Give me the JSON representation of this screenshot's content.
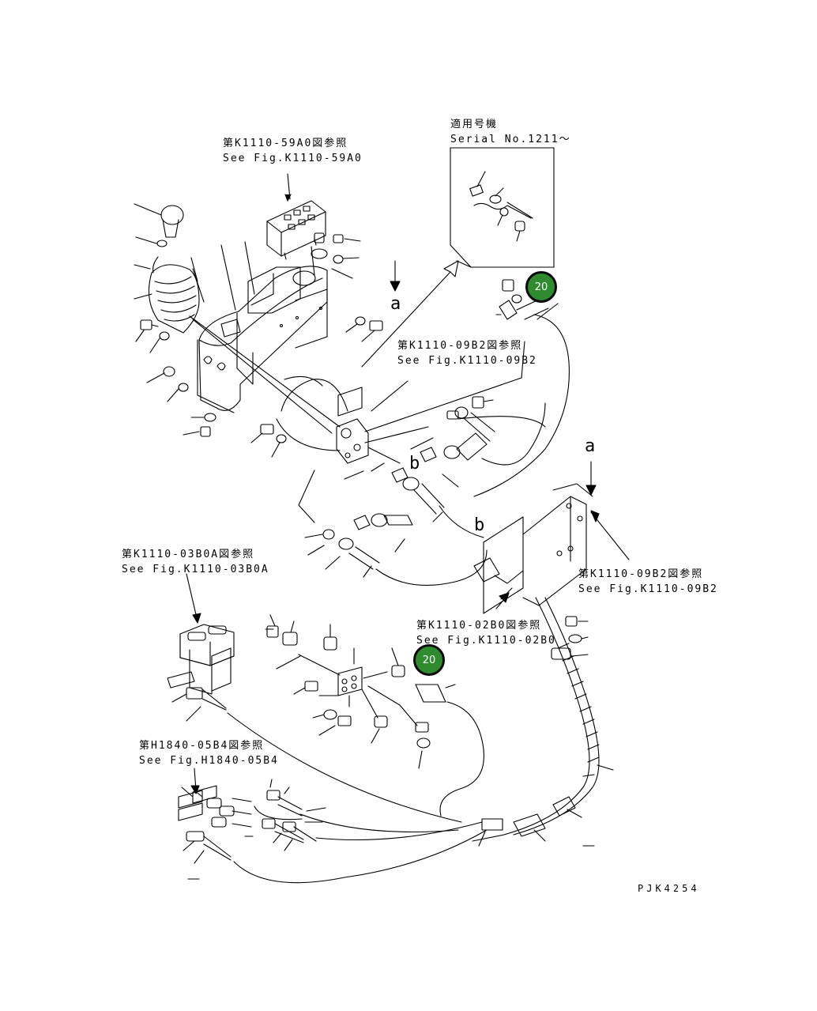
{
  "colors": {
    "badge_fill": "#2e8b2e",
    "badge_ring": "#0a0a0a",
    "line": "#000000"
  },
  "references": {
    "ref_59a0": {
      "jp": "第K1110-59A0図参照",
      "en": "See Fig.K1110-59A0"
    },
    "serial": {
      "jp": "適用号機",
      "en": "Serial No.1211～"
    },
    "ref_09b2_top": {
      "jp": "第K1110-09B2図参照",
      "en": "See Fig.K1110-09B2"
    },
    "ref_09b2_right": {
      "jp": "第K1110-09B2図参照",
      "en": "See Fig.K1110-09B2"
    },
    "ref_03b0a": {
      "jp": "第K1110-03B0A図参照",
      "en": "See Fig.K1110-03B0A"
    },
    "ref_02b0": {
      "jp": "第K1110-02B0図参照",
      "en": "See Fig.K1110-02B0"
    },
    "ref_h1840": {
      "jp": "第H1840-05B4図参照",
      "en": "See Fig.H1840-05B4"
    }
  },
  "letters": {
    "a_top": "a",
    "a_right": "a",
    "b_mid": "b",
    "b_lower": "b"
  },
  "badges": {
    "badge_upper": "20",
    "badge_lower": "20"
  },
  "drawing_code": "PJK4254"
}
